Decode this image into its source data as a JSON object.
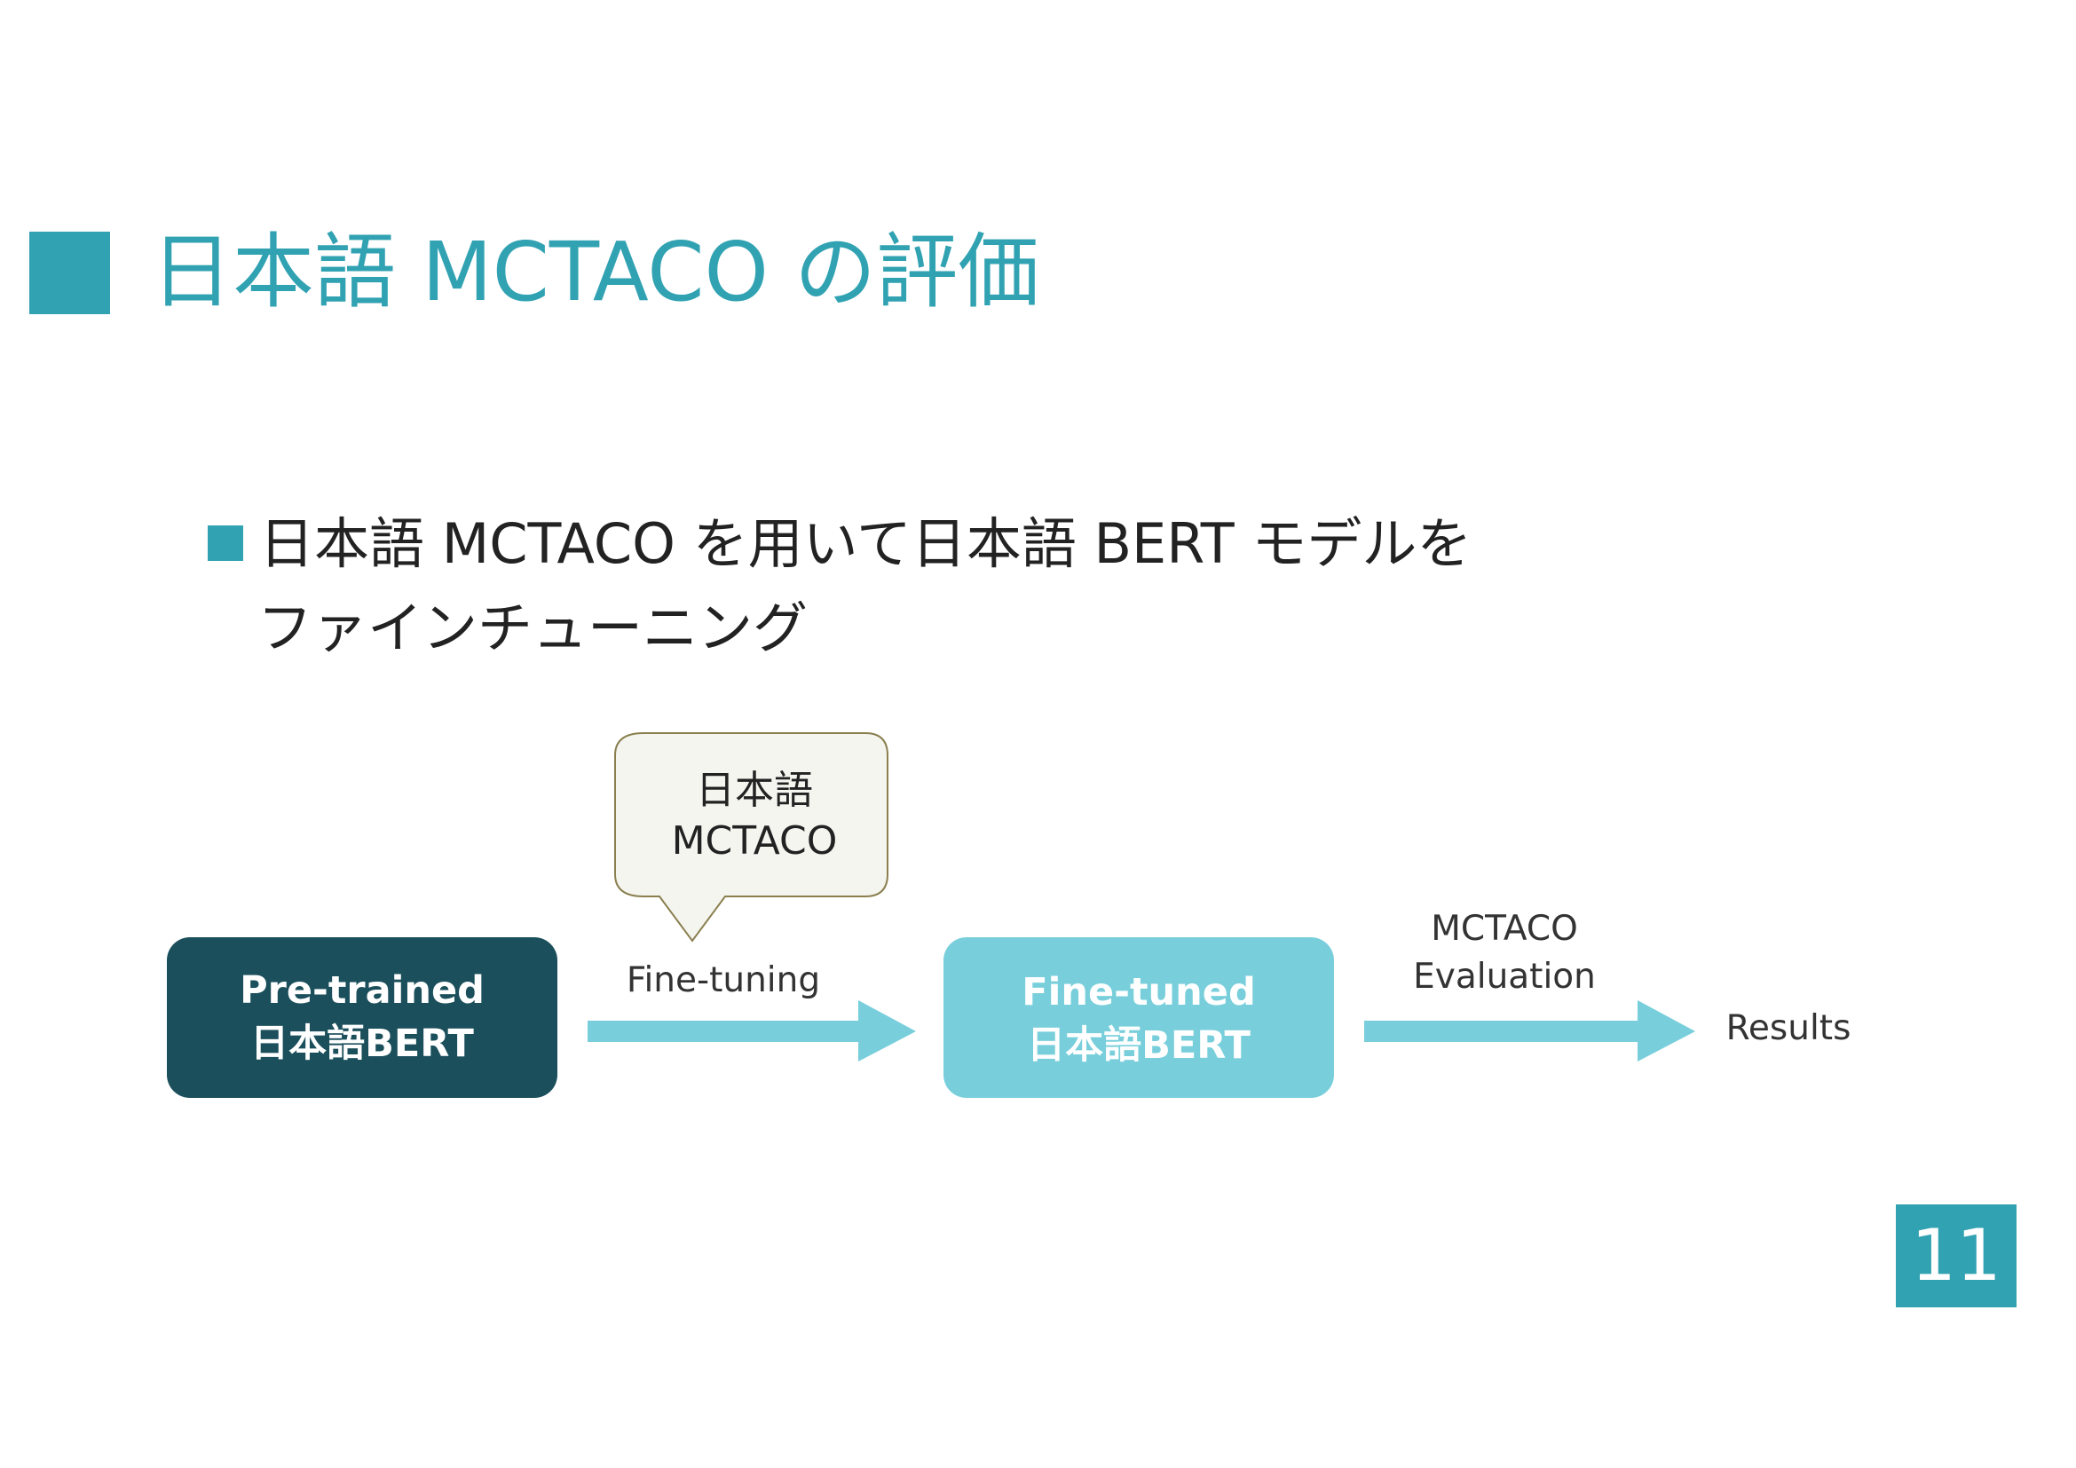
{
  "slide": {
    "title": "日本語 MCTACO の評価",
    "bullet_line1": "日本語 MCTACO を用いて日本語 BERT モデルを",
    "bullet_line2": "ファインチューニング",
    "page_number": "11"
  },
  "diagram": {
    "callout_line1": "日本語",
    "callout_line2": "MCTACO",
    "box1_line1": "Pre-trained",
    "box1_line2": "日本語BERT",
    "arrow1_label": "Fine-tuning",
    "box2_line1": "Fine-tuned",
    "box2_line2": "日本語BERT",
    "arrow2_label_line1": "MCTACO",
    "arrow2_label_line2": "Evaluation",
    "results_label": "Results"
  },
  "colors": {
    "accent": "#31a2b2",
    "dark_box": "#1a4f5b",
    "light_box": "#78cfdb",
    "arrow": "#78cfdb",
    "callout_fill": "#f5f5f0",
    "callout_border": "#8a7f4f"
  }
}
